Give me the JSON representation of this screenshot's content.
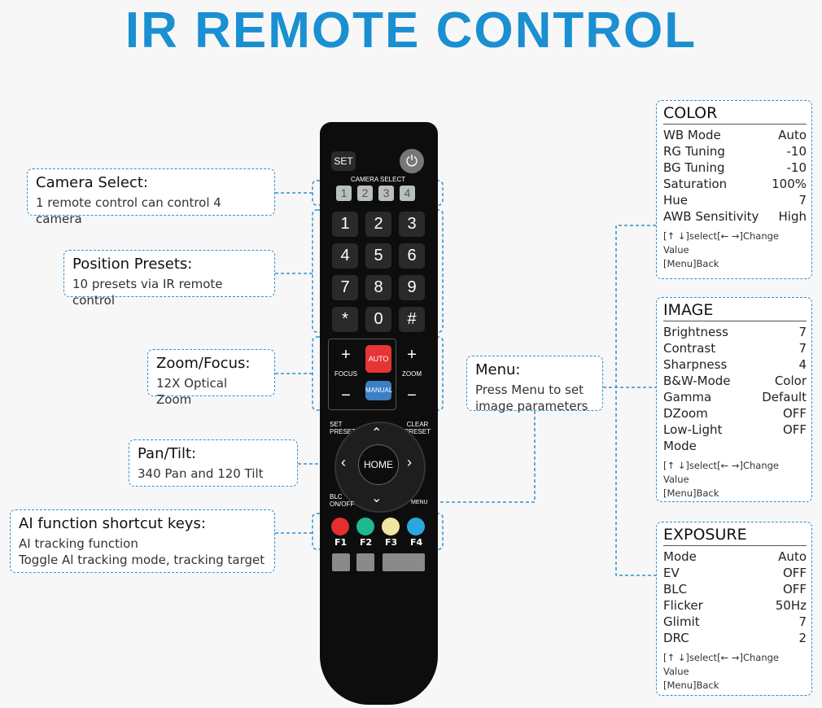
{
  "title": "IR REMOTE CONTROL",
  "callouts": {
    "camera_select": {
      "h": "Camera Select:",
      "d": "1 remote control can control 4 camera"
    },
    "position_presets": {
      "h": "Position Presets:",
      "d": "10 presets via IR remote control"
    },
    "zoom_focus": {
      "h": "Zoom/Focus:",
      "d": "12X Optical Zoom"
    },
    "pan_tilt": {
      "h": "Pan/Tilt:",
      "d": "340 Pan and 120 Tilt"
    },
    "ai": {
      "h": "AI function shortcut keys:",
      "d1": "AI tracking function",
      "d2": "Toggle Al tracking mode, tracking target"
    },
    "menu": {
      "h": "Menu:",
      "d1": "Press Menu to set",
      "d2": "image parameters"
    }
  },
  "remote": {
    "set": "SET",
    "camera_select": "CAMERA SELECT",
    "cams": [
      "1",
      "2",
      "3",
      "4"
    ],
    "nums": [
      "1",
      "2",
      "3",
      "4",
      "5",
      "6",
      "7",
      "8",
      "9",
      "*",
      "0",
      "#"
    ],
    "plus": "+",
    "minus": "−",
    "focus": "FOCUS",
    "zoom": "ZOOM",
    "auto": "AUTO",
    "manual": "MANUAL",
    "set_preset": "SET PRESET",
    "clear_preset": "CLEAR PRESET",
    "home": "HOME",
    "blc": "BLC ON/OFF",
    "menu": "MENU",
    "f": [
      "F1",
      "F2",
      "F3",
      "F4"
    ],
    "f_colors": [
      "#e52e2e",
      "#1fb88f",
      "#f1e3a0",
      "#2aa7e0"
    ]
  },
  "panels": {
    "color": {
      "title": "COLOR",
      "rows": [
        [
          "WB Mode",
          "Auto"
        ],
        [
          "RG Tuning",
          "-10"
        ],
        [
          "BG Tuning",
          "-10"
        ],
        [
          "Saturation",
          "100%"
        ],
        [
          "Hue",
          "7"
        ],
        [
          "AWB Sensitivity",
          "High"
        ]
      ],
      "hint1": "[↑ ↓]select[← →]Change Value",
      "hint2": "[Menu]Back"
    },
    "image": {
      "title": "IMAGE",
      "rows": [
        [
          "Brightness",
          "7"
        ],
        [
          "Contrast",
          "7"
        ],
        [
          "Sharpness",
          "4"
        ],
        [
          "B&W-Mode",
          "Color"
        ],
        [
          "Gamma",
          "Default"
        ],
        [
          "DZoom",
          "OFF"
        ],
        [
          "Low-Light",
          "OFF"
        ],
        [
          "Mode",
          ""
        ]
      ],
      "hint1": "[↑ ↓]select[← →]Change Value",
      "hint2": "[Menu]Back"
    },
    "exposure": {
      "title": "EXPOSURE",
      "rows": [
        [
          "Mode",
          "Auto"
        ],
        [
          "EV",
          "OFF"
        ],
        [
          "BLC",
          "OFF"
        ],
        [
          "Flicker",
          "50Hz"
        ],
        [
          "Glimit",
          "7"
        ],
        [
          "DRC",
          "2"
        ]
      ],
      "hint1": "[↑ ↓]select[← →]Change Value",
      "hint2": "[Menu]Back"
    }
  }
}
